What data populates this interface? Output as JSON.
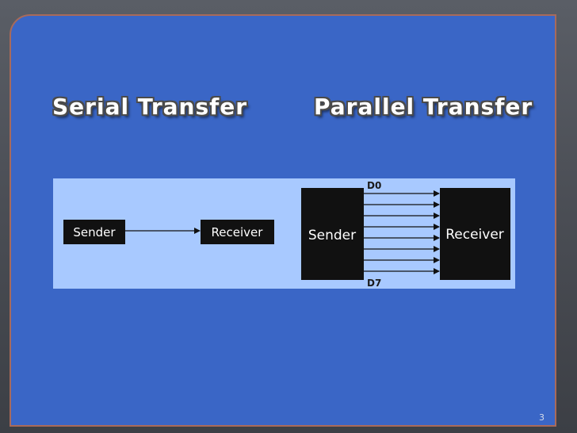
{
  "headings": {
    "serial": "Serial Transfer",
    "parallel": "Parallel Transfer"
  },
  "serial_diagram": {
    "sender_label": "Sender",
    "receiver_label": "Receiver"
  },
  "parallel_diagram": {
    "sender_label": "Sender",
    "receiver_label": "Receiver",
    "first_line_label": "D0",
    "last_line_label": "D7",
    "line_count": 8
  },
  "page_number": "3",
  "colors": {
    "slide_background": "#3a66c6",
    "diagram_background": "#a8c9ff",
    "box_fill": "#111111"
  }
}
